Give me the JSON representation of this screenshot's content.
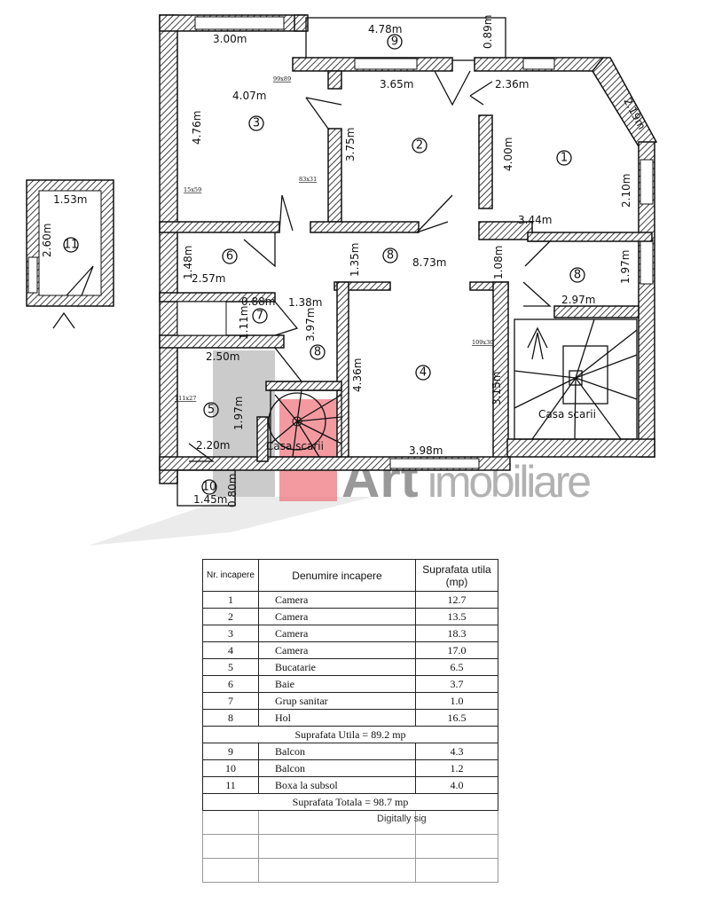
{
  "plan": {
    "dimensions": [
      "3.00m",
      "4.78m",
      "0.89m",
      "99x89",
      "4.07m",
      "3.65m",
      "2.36m",
      "2.19m",
      "4.76m",
      "3.75m",
      "4.00m",
      "15x59",
      "83x31",
      "2.10m",
      "3.44m",
      "1.48m",
      "1.35m",
      "8.73m",
      "1.08m",
      "1.97m",
      "2.57m",
      "0.88m",
      "1.38m",
      "1.11m",
      "3.97m",
      "2.97m",
      "2.50m",
      "109x30",
      "4.36m",
      "3.15m",
      "111x27",
      "1.97m",
      "2.20m",
      "3.98m",
      "0.80m",
      "1.45m",
      "1.53m",
      "2.60m"
    ],
    "rooms": [
      "9",
      "3",
      "2",
      "1",
      "6",
      "8",
      "8",
      "7",
      "8",
      "4",
      "5",
      "10",
      "11"
    ],
    "stair_label": "Casa scarii",
    "north_arrow_icon": "north-arrow-icon"
  },
  "watermark": {
    "brand_a": "Art",
    "brand_b": "imobiliare",
    "color_red": "#e8404a",
    "color_gray": "#8a8a8a"
  },
  "table": {
    "headers": [
      "Nr. incapere",
      "Denumire incapere",
      "Suprafata utila (mp)"
    ],
    "rows": [
      {
        "nr": "1",
        "name": "Camera",
        "area": "12.7"
      },
      {
        "nr": "2",
        "name": "Camera",
        "area": "13.5"
      },
      {
        "nr": "3",
        "name": "Camera",
        "area": "18.3"
      },
      {
        "nr": "4",
        "name": "Camera",
        "area": "17.0"
      },
      {
        "nr": "5",
        "name": "Bucatarie",
        "area": "6.5"
      },
      {
        "nr": "6",
        "name": "Baie",
        "area": "3.7"
      },
      {
        "nr": "7",
        "name": "Grup sanitar",
        "area": "1.0"
      },
      {
        "nr": "8",
        "name": "Hol",
        "area": "16.5"
      }
    ],
    "subtotal": "Suprafata Utila = 89.2 mp",
    "extra_rows": [
      {
        "nr": "9",
        "name": "Balcon",
        "area": "4.3"
      },
      {
        "nr": "10",
        "name": "Balcon",
        "area": "1.2"
      },
      {
        "nr": "11",
        "name": "Boxa la subsol",
        "area": "4.0"
      }
    ],
    "total": "Suprafata Totala = 98.7 mp",
    "signature_note": "Digitally sig"
  }
}
